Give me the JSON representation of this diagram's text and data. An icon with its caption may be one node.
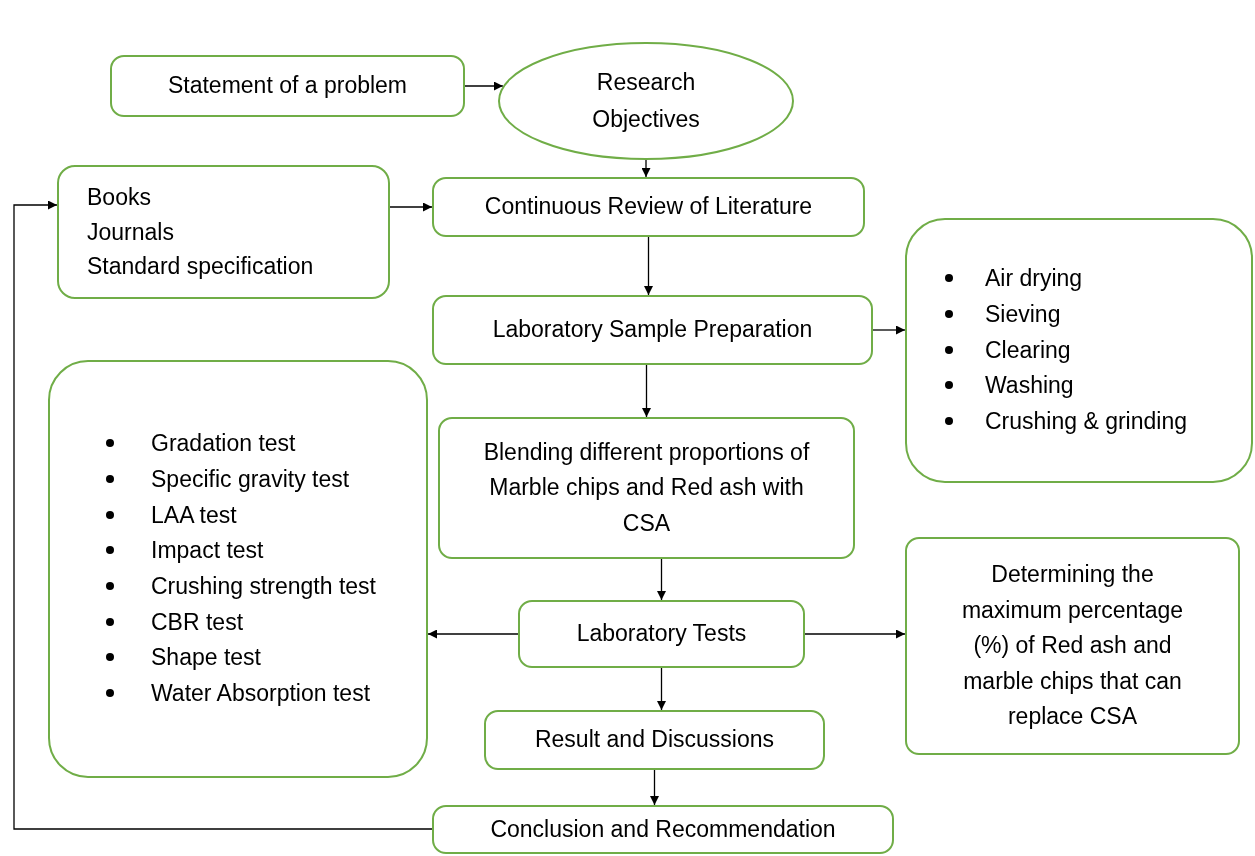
{
  "diagram": {
    "nodes": [
      {
        "text": [
          "Statement of a problem"
        ]
      },
      {
        "text": [
          "Research Objectives"
        ]
      },
      {
        "text": [
          "Books",
          "Journals",
          "Standard specification"
        ]
      },
      {
        "text": [
          "Continuous Review of Literature"
        ]
      },
      {
        "text": [
          "Laboratory Sample Preparation"
        ]
      },
      {
        "text": [
          "Air drying",
          "Sieving",
          "Clearing",
          "Washing",
          "Crushing & grinding"
        ]
      },
      {
        "text": [
          "Gradation test",
          "Specific gravity test",
          "LAA test",
          "Impact test",
          "Crushing strength test",
          "CBR test",
          "Shape test",
          "Water Absorption test"
        ]
      },
      {
        "text": [
          "Blending different proportions of Marble chips and Red ash with CSA"
        ]
      },
      {
        "text": [
          "Laboratory Tests"
        ]
      },
      {
        "text": [
          "Determining the maximum percentage (%) of Red ash and marble chips that can replace CSA"
        ]
      },
      {
        "text": [
          "Result and Discussions"
        ]
      },
      {
        "text": [
          "Conclusion and Recommendation"
        ]
      }
    ],
    "edges": [
      {
        "from": 0,
        "to": 1,
        "arrow": "to"
      },
      {
        "from": 1,
        "to": 3,
        "arrow": "to"
      },
      {
        "from": 2,
        "to": 3,
        "arrow": "to"
      },
      {
        "from": 3,
        "to": 4,
        "arrow": "to"
      },
      {
        "from": 4,
        "to": 5,
        "arrow": "to"
      },
      {
        "from": 4,
        "to": 7,
        "arrow": "to"
      },
      {
        "from": 7,
        "to": 8,
        "arrow": "to"
      },
      {
        "from": 8,
        "to": 6,
        "arrow": "to"
      },
      {
        "from": 8,
        "to": 9,
        "arrow": "to"
      },
      {
        "from": 8,
        "to": 10,
        "arrow": "to"
      },
      {
        "from": 10,
        "to": 11,
        "arrow": "to"
      },
      {
        "from": 11,
        "to": 2,
        "arrow": "to"
      }
    ]
  }
}
